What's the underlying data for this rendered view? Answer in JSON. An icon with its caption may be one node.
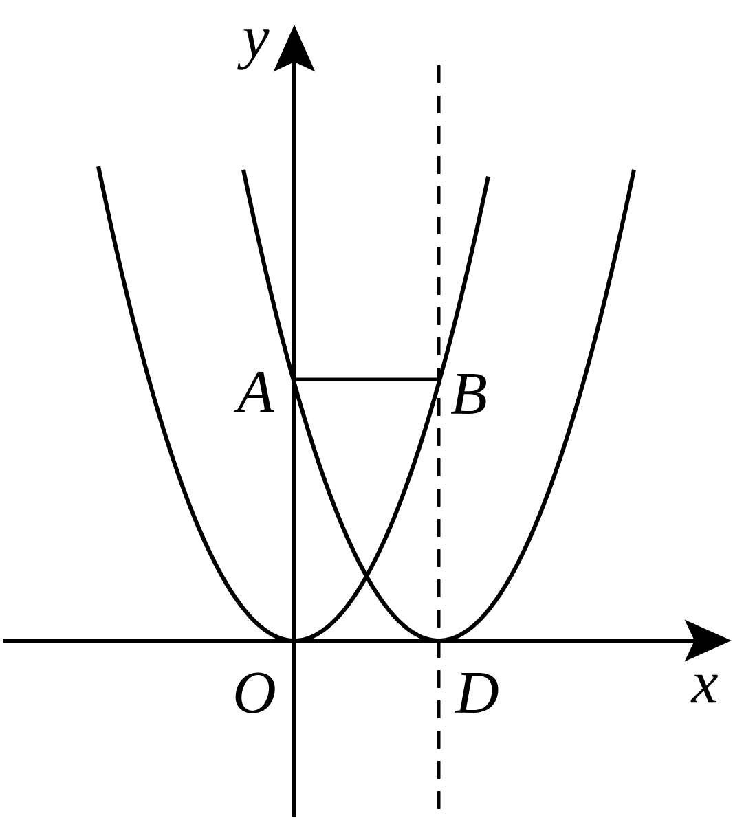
{
  "diagram": {
    "labels": [
      "y",
      "A",
      "B",
      "O",
      "D",
      "x"
    ]
  }
}
